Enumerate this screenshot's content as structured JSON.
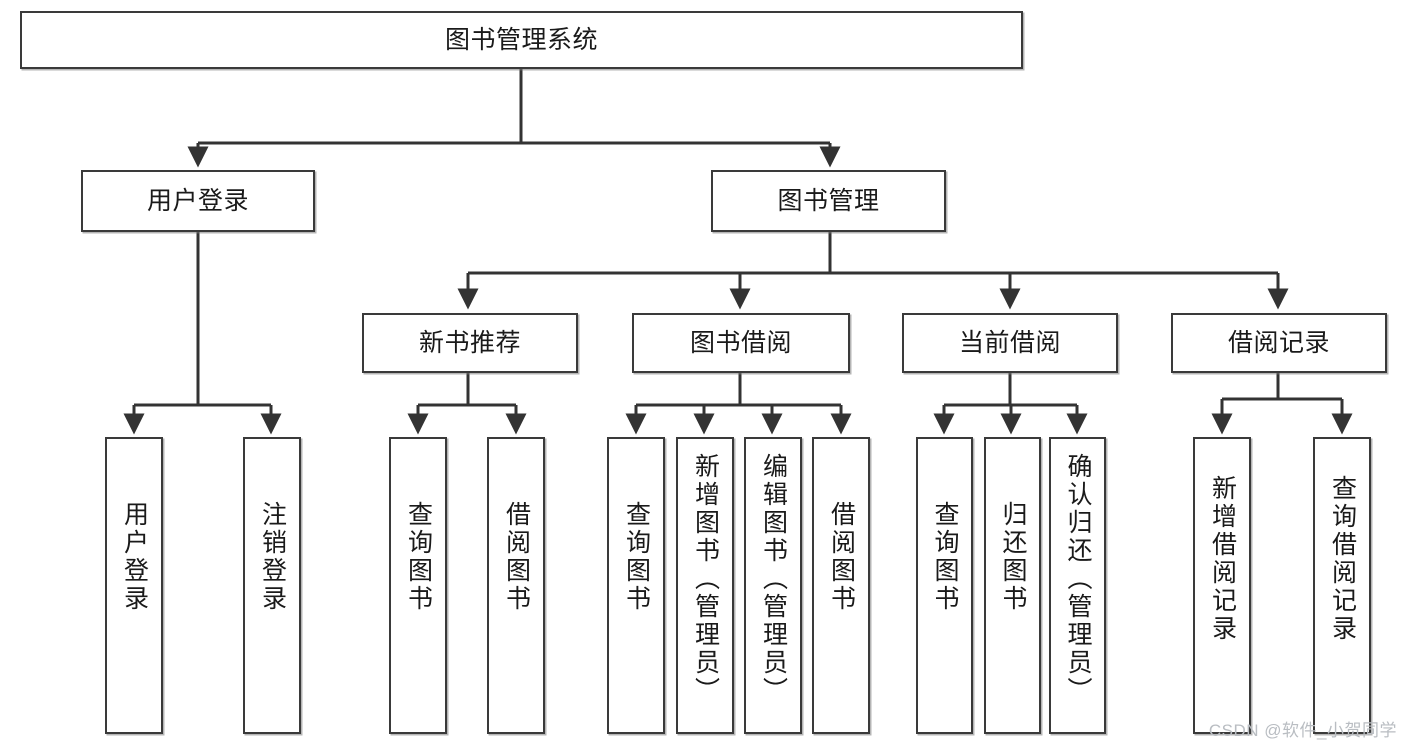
{
  "diagram": {
    "title": "图书管理系统",
    "type": "tree-hierarchy",
    "orientation": "top-down",
    "colors": {
      "box_border": "#3a3a3a",
      "box_fill": "#ffffff",
      "edge": "#333333",
      "text": "#1a1a1a",
      "watermark": "#b9bdc2",
      "background": "#ffffff"
    }
  },
  "root": {
    "label": "图书管理系统"
  },
  "level1": [
    {
      "label": "用户登录"
    },
    {
      "label": "图书管理"
    }
  ],
  "level2": [
    {
      "label": "新书推荐"
    },
    {
      "label": "图书借阅"
    },
    {
      "label": "当前借阅"
    },
    {
      "label": "借阅记录"
    }
  ],
  "leaves": {
    "user_login": [
      {
        "label": "用户登录"
      },
      {
        "label": "注销登录"
      }
    ],
    "new_book_recommend": [
      {
        "label": "查询图书"
      },
      {
        "label": "借阅图书"
      }
    ],
    "book_borrow": [
      {
        "label": "查询图书"
      },
      {
        "label": "新增图书（管理员）"
      },
      {
        "label": "编辑图书（管理员）"
      },
      {
        "label": "借阅图书"
      }
    ],
    "current_borrow": [
      {
        "label": "查询图书"
      },
      {
        "label": "归还图书"
      },
      {
        "label": "确认归还（管理员）"
      }
    ],
    "borrow_records": [
      {
        "label": "新增借阅记录"
      },
      {
        "label": "查询借阅记录"
      }
    ]
  },
  "watermark": {
    "text": "CSDN @软件_小贺同学"
  }
}
